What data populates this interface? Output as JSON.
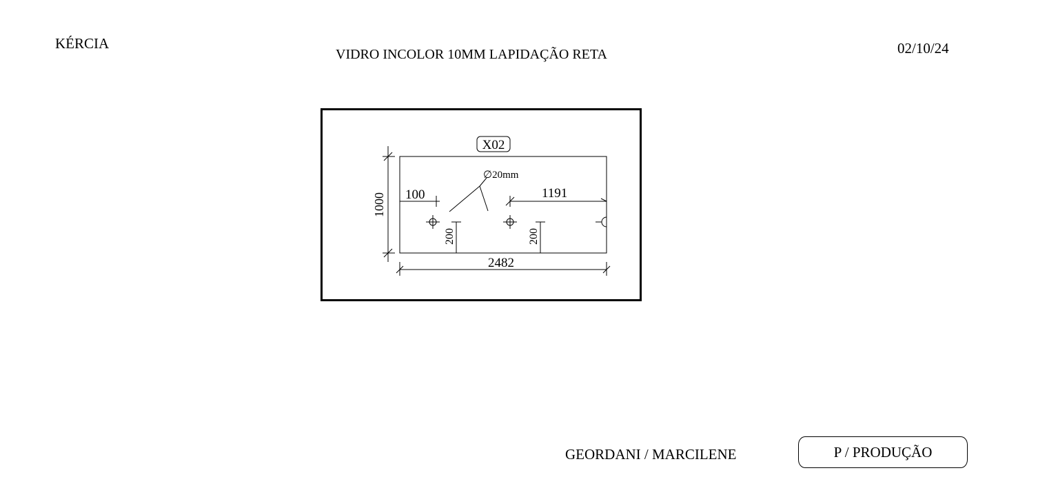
{
  "header": {
    "client": "KÉRCIA",
    "title": "VIDRO INCOLOR 10MM LAPIDAÇÃO RETA",
    "date": "02/10/24"
  },
  "drawing": {
    "piece_id": "X02",
    "hole_label": "∅20mm",
    "dimensions": {
      "total_width": "2482",
      "total_height": "1000",
      "left_offset": "100",
      "right_offset": "1191",
      "hole_height_left": "200",
      "hole_height_right": "200"
    }
  },
  "footer": {
    "signatures": "GEORDANI / MARCILENE",
    "stage": "P / PRODUÇÃO"
  }
}
